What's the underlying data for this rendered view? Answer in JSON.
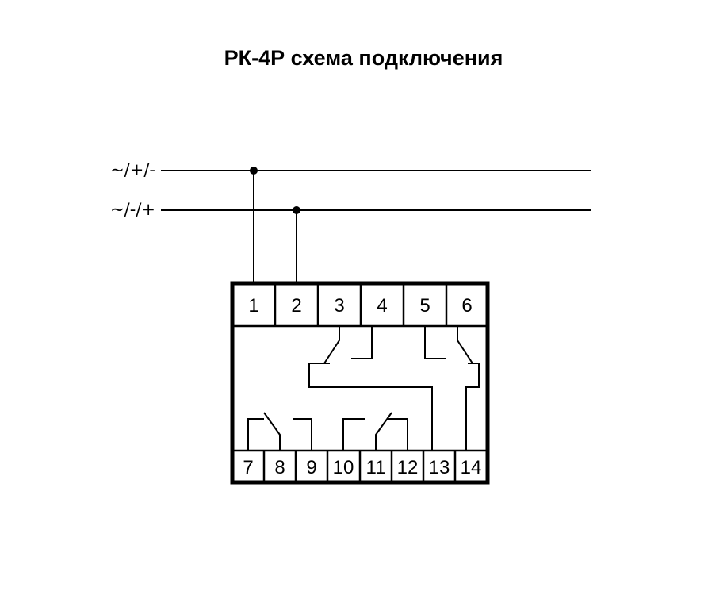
{
  "title": "РК-4Р схема подключения",
  "supply_lines": [
    {
      "label": "~/+/-"
    },
    {
      "label": "~/-/+"
    }
  ],
  "terminals_top": [
    "1",
    "2",
    "3",
    "4",
    "5",
    "6"
  ],
  "terminals_bottom": [
    "7",
    "8",
    "9",
    "10",
    "11",
    "12",
    "13",
    "14"
  ],
  "colors": {
    "line": "#000000",
    "background": "#ffffff"
  }
}
